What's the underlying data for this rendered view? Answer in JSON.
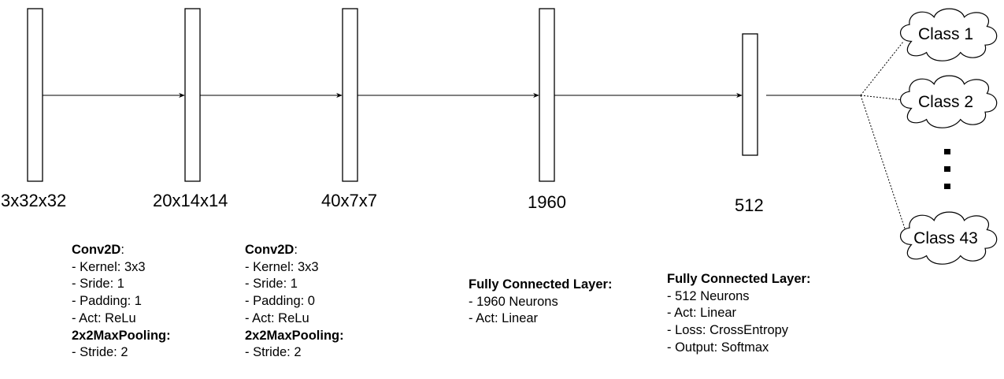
{
  "layers": [
    {
      "size_label": "3x32x32"
    },
    {
      "size_label": "20x14x14"
    },
    {
      "size_label": "40x7x7"
    },
    {
      "size_label": "1960"
    },
    {
      "size_label": "512"
    }
  ],
  "descriptions": [
    {
      "lines": [
        {
          "text": "Conv2D",
          "suffix": ":",
          "bold": true
        },
        {
          "text": "- Kernel: 3x3"
        },
        {
          "text": "- Sride: 1"
        },
        {
          "text": "- Padding: 1"
        },
        {
          "text": "- Act: ReLu"
        },
        {
          "text": "2x2MaxPooling:",
          "bold": true
        },
        {
          "text": "- Stride: 2"
        }
      ]
    },
    {
      "lines": [
        {
          "text": "Conv2D",
          "suffix": ":",
          "bold": true
        },
        {
          "text": "- Kernel: 3x3"
        },
        {
          "text": "- Sride: 1"
        },
        {
          "text": "- Padding: 0"
        },
        {
          "text": "- Act: ReLu"
        },
        {
          "text": "2x2MaxPooling:",
          "bold": true
        },
        {
          "text": "- Stride: 2"
        }
      ]
    },
    {
      "lines": [
        {
          "text": "Fully Connected Layer:",
          "bold": true
        },
        {
          "text": "- 1960 Neurons"
        },
        {
          "text": "- Act: Linear"
        }
      ]
    },
    {
      "lines": [
        {
          "text": "Fully Connected Layer:",
          "bold": true
        },
        {
          "text": "- 512 Neurons"
        },
        {
          "text": "- Act: Linear"
        },
        {
          "text": "- Loss: CrossEntropy"
        },
        {
          "text": "- Output: Softmax"
        }
      ]
    }
  ],
  "outputs": [
    {
      "label": "Class 1"
    },
    {
      "label": "Class 2"
    },
    {
      "label": "Class 43"
    }
  ],
  "colors": {
    "stroke": "#000000",
    "fill": "#ffffff",
    "text": "#000000"
  }
}
